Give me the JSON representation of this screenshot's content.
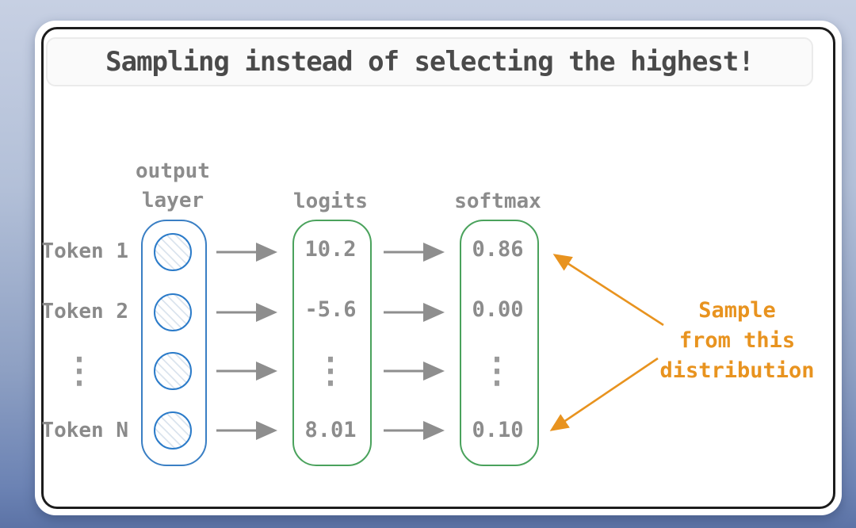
{
  "title": "Sampling instead of selecting the highest!",
  "diagram": {
    "column_headers": {
      "output_layer": "output\nlayer",
      "logits": "logits",
      "softmax": "softmax"
    },
    "tokens": {
      "row1": "Token 1",
      "row2": "Token 2",
      "row3": "⋮",
      "row4": "Token N"
    },
    "logits_values": {
      "row1": "10.2",
      "row2": "-5.6",
      "row3": "⋮",
      "row4": "8.01"
    },
    "softmax_values": {
      "row1": "0.86",
      "row2": "0.00",
      "row3": "⋮",
      "row4": "0.10"
    },
    "annotation": "Sample\nfrom this\ndistribution"
  },
  "colors": {
    "annotation_orange": "#e8931f",
    "arrow_gray": "#8e8e8e",
    "box_green": "#4aa25c",
    "box_blue": "#3a7fc4",
    "text_gray": "#8c8c8c",
    "title_dark": "#4a4a4a",
    "background_top": "#c7d0e3",
    "background_bottom": "#5c73a6"
  }
}
